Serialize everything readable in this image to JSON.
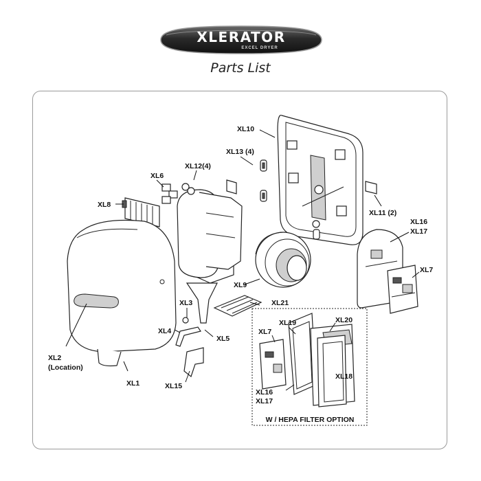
{
  "brand": {
    "name": "XLERATOR",
    "tagline": "EXCEL DRYER"
  },
  "subtitle": "Parts List",
  "callouts": {
    "xl1": "XL1",
    "xl2": "XL2",
    "xl2_note": "(Location)",
    "xl3": "XL3",
    "xl4": "XL4",
    "xl5": "XL5",
    "xl6": "XL6",
    "xl7_top": "XL7",
    "xl7_hepa": "XL7",
    "xl8": "XL8",
    "xl9": "XL9",
    "xl10": "XL10",
    "xl11": "XL11 (2)",
    "xl12": "XL12(4)",
    "xl13": "XL13 (4)",
    "xl15": "XL15",
    "xl16_top": "XL16",
    "xl17_top": "XL17",
    "xl16_hepa": "XL16",
    "xl17_hepa": "XL17",
    "xl18": "XL18",
    "xl19": "XL19",
    "xl20": "XL20",
    "xl21": "XL21"
  },
  "hepa_box": {
    "caption": "W / HEPA FILTER OPTION"
  }
}
